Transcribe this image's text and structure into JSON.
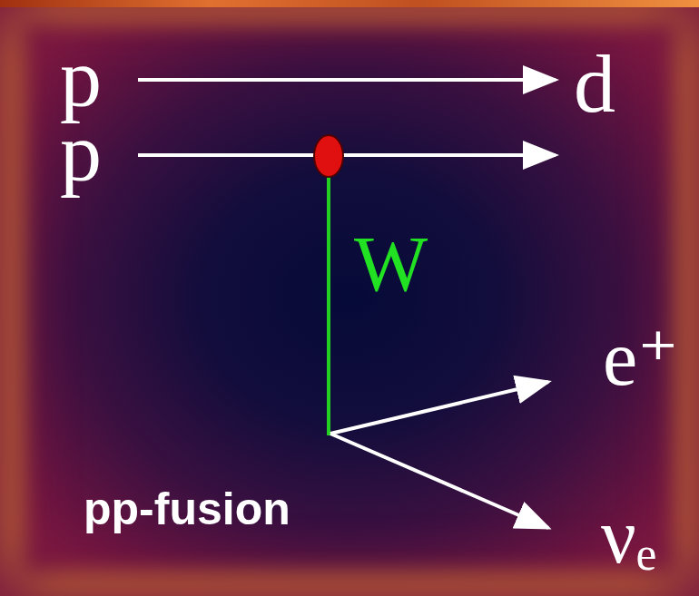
{
  "diagram": {
    "labels": [
      "p",
      "p",
      "d",
      "W",
      "e⁺",
      "νₑ",
      "pp-fusion"
    ]
  }
}
